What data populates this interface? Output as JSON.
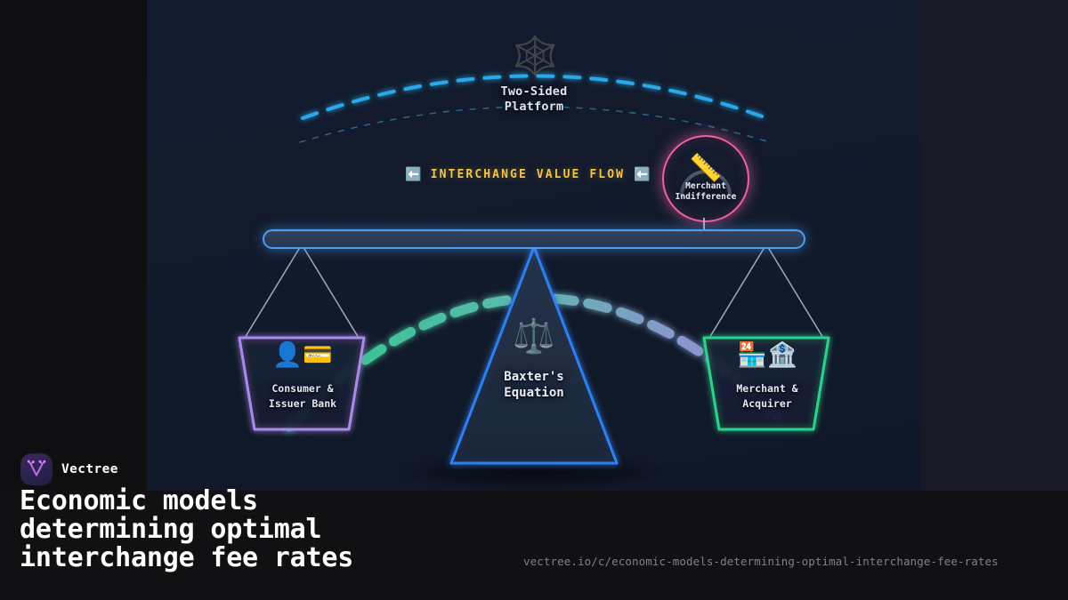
{
  "theme": {
    "panel_bg": "#121a2c",
    "outer_bg": "#0f0f12",
    "bottom_bg": "#111114",
    "accent_blue": "#4a9ef5",
    "accent_cyan": "#29a8e8",
    "accent_yellow": "#f5c542",
    "accent_pink": "#f0609f",
    "accent_green": "#2fd18c",
    "accent_purple": "#a98ae8",
    "hanger_gray": "#b0bccd"
  },
  "diagram": {
    "web_icon": "spider-web-icon",
    "web_glyph": "🕸️",
    "platform": {
      "line1": "Two-Sided",
      "line2": "Platform"
    },
    "flow_banner": {
      "left_arrow": "⬅️",
      "label": "INTERCHANGE VALUE FLOW",
      "right_arrow": "⬅️"
    },
    "merchant_indifference": {
      "emoji": "📏",
      "emoji_name": "straight-ruler-icon",
      "line1": "Merchant",
      "line2": "Indifference"
    },
    "fulcrum": {
      "emoji": "⚖️",
      "emoji_name": "balance-scale-icon",
      "line1": "Baxter's",
      "line2": "Equation"
    },
    "left_pan": {
      "emoji_person": "👤",
      "emoji_person_name": "person-silhouette-icon",
      "emoji_card": "💳",
      "emoji_card_name": "credit-card-icon",
      "line1": "Consumer &",
      "line2": "Issuer Bank"
    },
    "right_pan": {
      "emoji_store": "🏪",
      "emoji_store_name": "convenience-store-icon",
      "emoji_bank": "🏦",
      "emoji_bank_name": "bank-icon",
      "line1": "Merchant &",
      "line2": "Acquirer"
    }
  },
  "branding": {
    "logo_name": "vectree-logo",
    "name": "Vectree",
    "headline_line1": "Economic models",
    "headline_line2": "determining optimal",
    "headline_line3": "interchange fee rates",
    "url": "vectree.io/c/economic-models-determining-optimal-interchange-fee-rates"
  }
}
